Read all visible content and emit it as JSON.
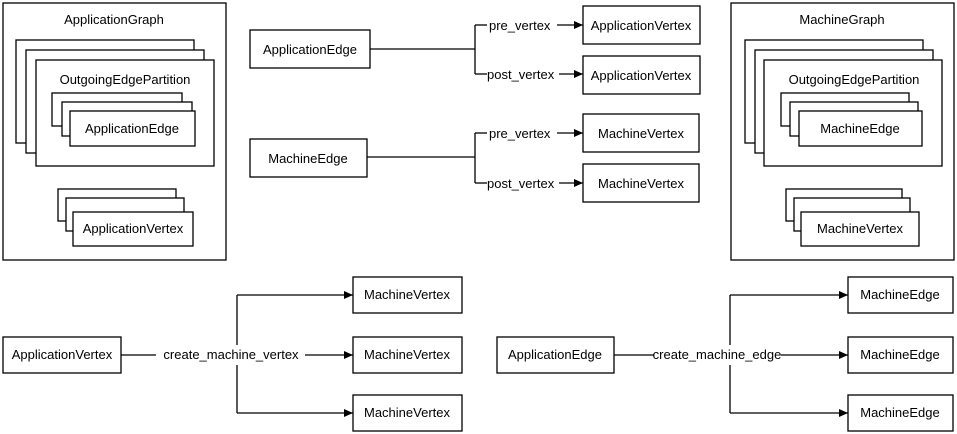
{
  "application_graph": {
    "title": "ApplicationGraph",
    "partition_label": "OutgoingEdgePartition",
    "edge_label": "ApplicationEdge",
    "vertex_label": "ApplicationVertex"
  },
  "machine_graph": {
    "title": "MachineGraph",
    "partition_label": "OutgoingEdgePartition",
    "edge_label": "MachineEdge",
    "vertex_label": "MachineVertex"
  },
  "application_edge_relation": {
    "source": "ApplicationEdge",
    "pre_label": "pre_vertex",
    "post_label": "post_vertex",
    "pre_target": "ApplicationVertex",
    "post_target": "ApplicationVertex"
  },
  "machine_edge_relation": {
    "source": "MachineEdge",
    "pre_label": "pre_vertex",
    "post_label": "post_vertex",
    "pre_target": "MachineVertex",
    "post_target": "MachineVertex"
  },
  "vertex_mapping": {
    "source": "ApplicationVertex",
    "label": "create_machine_vertex",
    "targets": [
      "MachineVertex",
      "MachineVertex",
      "MachineVertex"
    ]
  },
  "edge_mapping": {
    "source": "ApplicationEdge",
    "label": "create_machine_edge",
    "targets": [
      "MachineEdge",
      "MachineEdge",
      "MachineEdge"
    ]
  }
}
